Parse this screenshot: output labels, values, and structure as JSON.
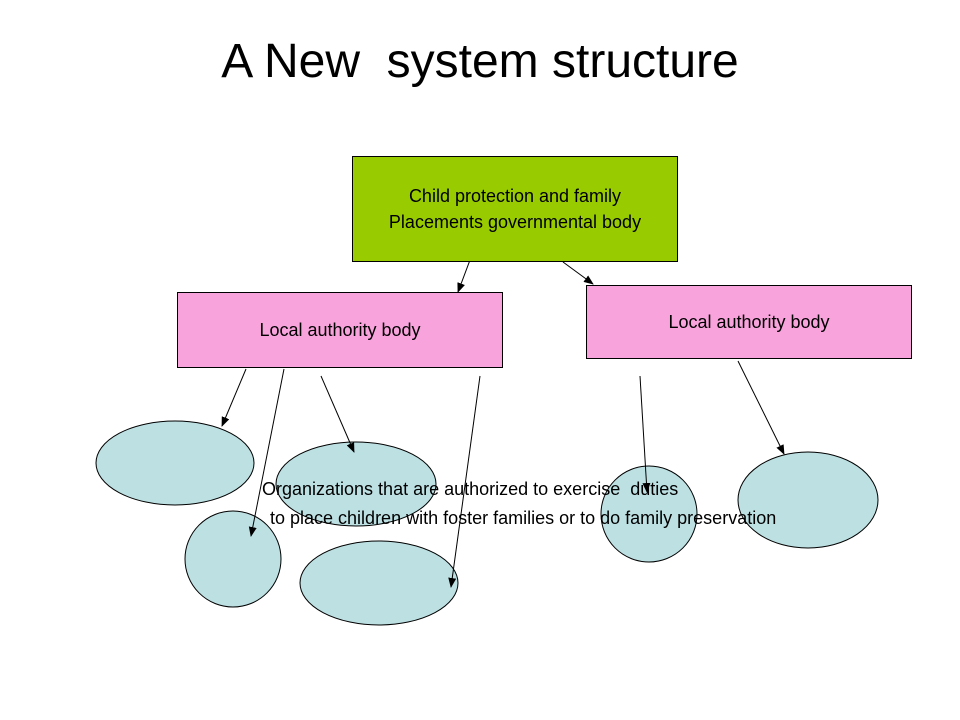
{
  "slide": {
    "title": "A New  system structure"
  },
  "nodes": {
    "top": {
      "line1": "Child protection and family",
      "line2": "Placements governmental body",
      "color": "#99cc00"
    },
    "left": {
      "label": "Local authority body",
      "color": "#f9a3dd"
    },
    "right": {
      "label": "Local authority body",
      "color": "#f9a3dd"
    }
  },
  "organization_color": "#bde0e3",
  "caption": {
    "line1": "Organizations that are authorized to exercise  duties",
    "line2": "to place children with foster families or to do family preservation"
  }
}
